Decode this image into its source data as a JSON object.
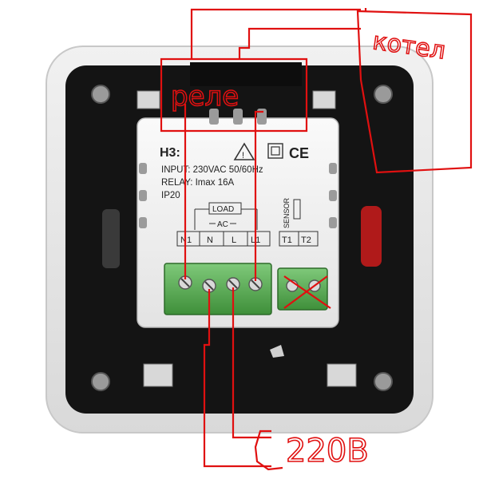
{
  "device_label": {
    "model": "H3:",
    "input": "INPUT: 230VAC 50/60Hz",
    "relay": "RELAY: Imax 16A",
    "ip": "IP20",
    "load": "LOAD",
    "ac": "AC",
    "sensor": "SENSOR",
    "terminals": [
      "N1",
      "N",
      "L",
      "L1",
      "T1",
      "T2"
    ],
    "ce_mark": "CE"
  },
  "annotations": {
    "relay_box": "реле",
    "boiler_box": "котел",
    "mains": "220В"
  }
}
